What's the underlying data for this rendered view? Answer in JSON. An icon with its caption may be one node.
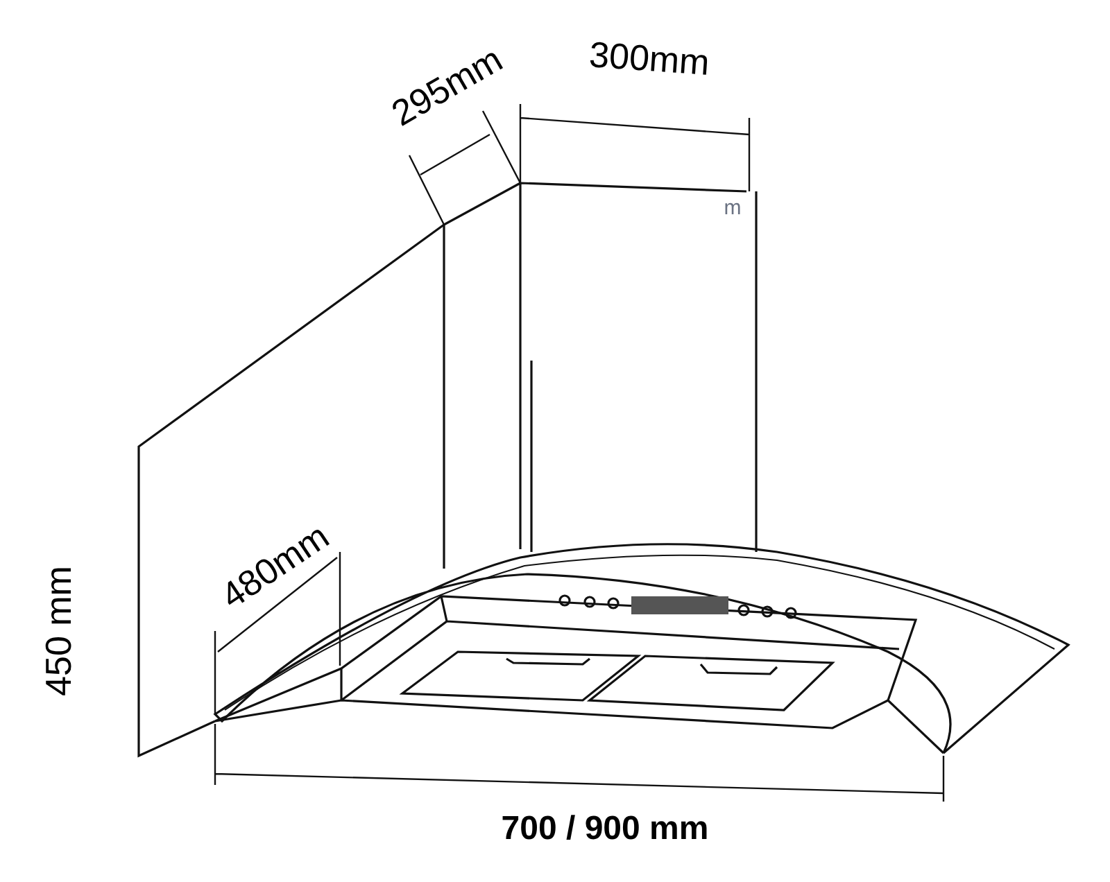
{
  "diagram": {
    "labels": [
      "295mm",
      "300mm",
      "m",
      "480mm",
      "450 mm",
      "700 / 900 mm"
    ]
  }
}
